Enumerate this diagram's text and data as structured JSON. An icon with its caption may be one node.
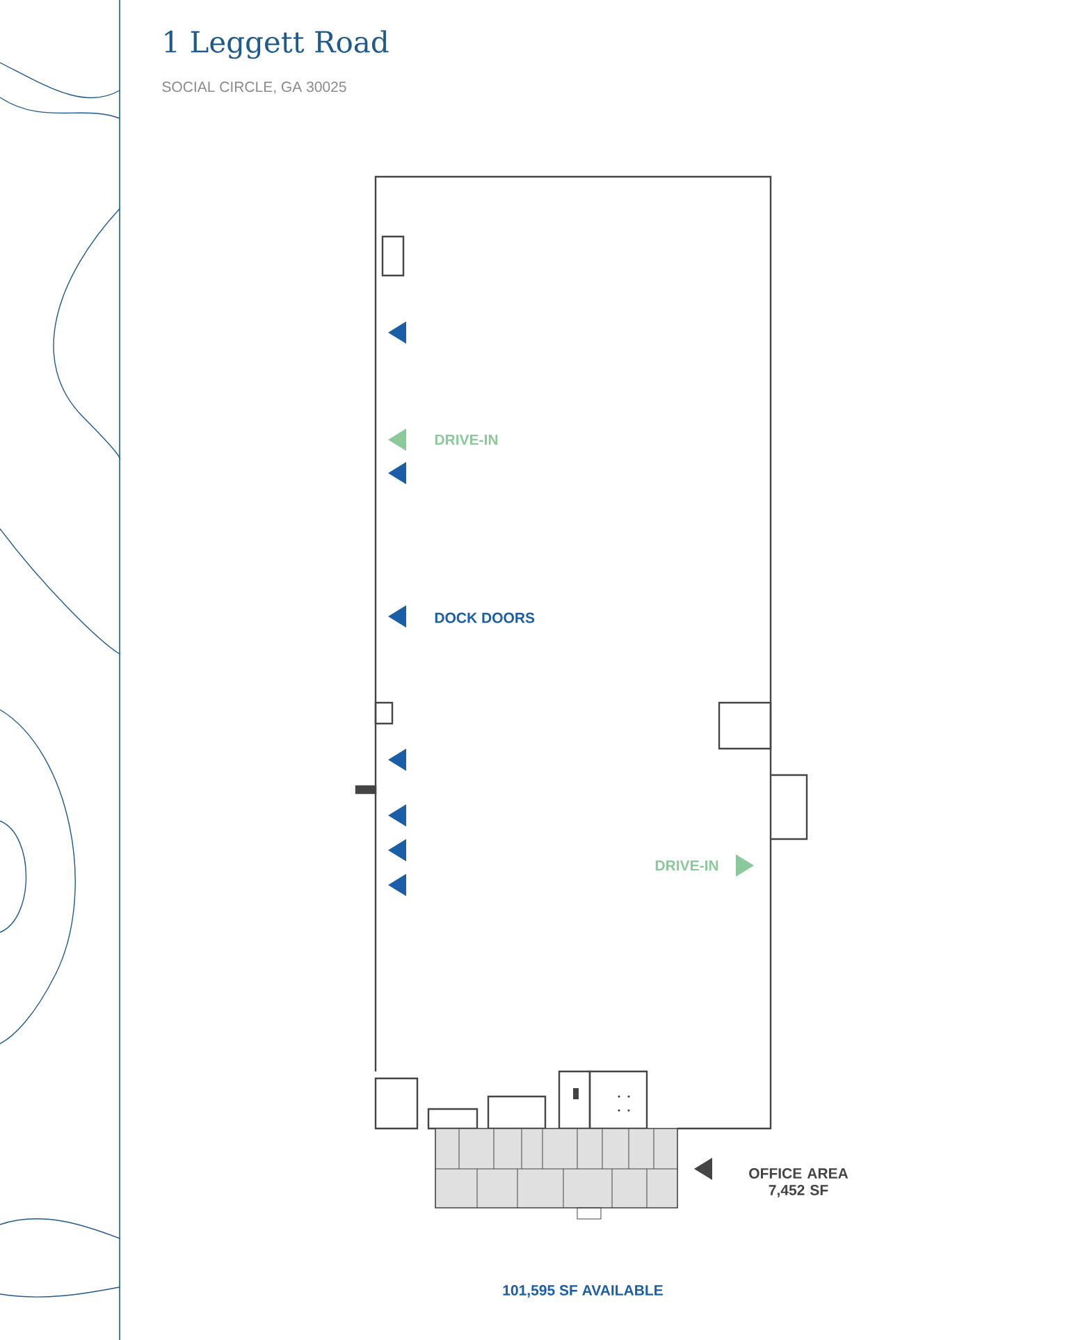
{
  "diagram": {
    "title": "1 Leggett Road",
    "labels": [
      "SOCIAL CIRCLE, GA 30025",
      "DRIVE-IN",
      "DOCK DOORS",
      "DRIVE-IN",
      "OFFICE AREA 7,452 SF",
      "101,595 SF AVAILABLE"
    ]
  }
}
